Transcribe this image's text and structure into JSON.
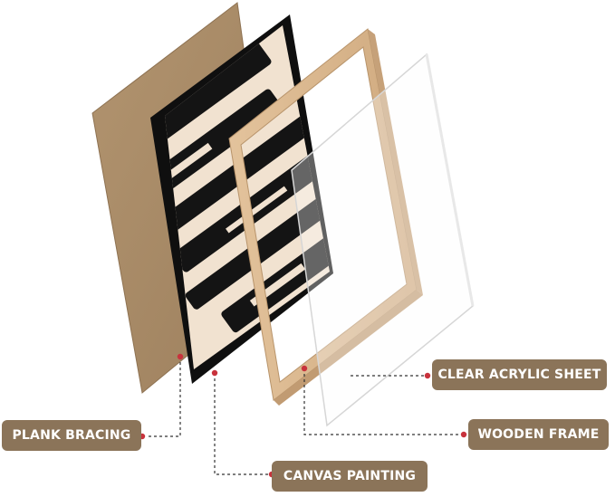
{
  "labels": {
    "clear_acrylic_sheet": "CLEAR ACRYLIC SHEET",
    "wooden_frame": "WOODEN FRAME",
    "plank_bracing": "PLANK BRACING",
    "canvas_painting": "CANVAS PAINTING"
  },
  "colors": {
    "label_background": "#8b7459",
    "label_text": "#ffffff",
    "marker_dot": "#c8323c",
    "leader_line": "#333333",
    "backboard": "#a58866",
    "frame_wood": "#d9b78f",
    "poster_paper": "#f1e2d0",
    "poster_ink": "#141414"
  },
  "icons": {
    "connector_marker": "red-dot-icon"
  }
}
